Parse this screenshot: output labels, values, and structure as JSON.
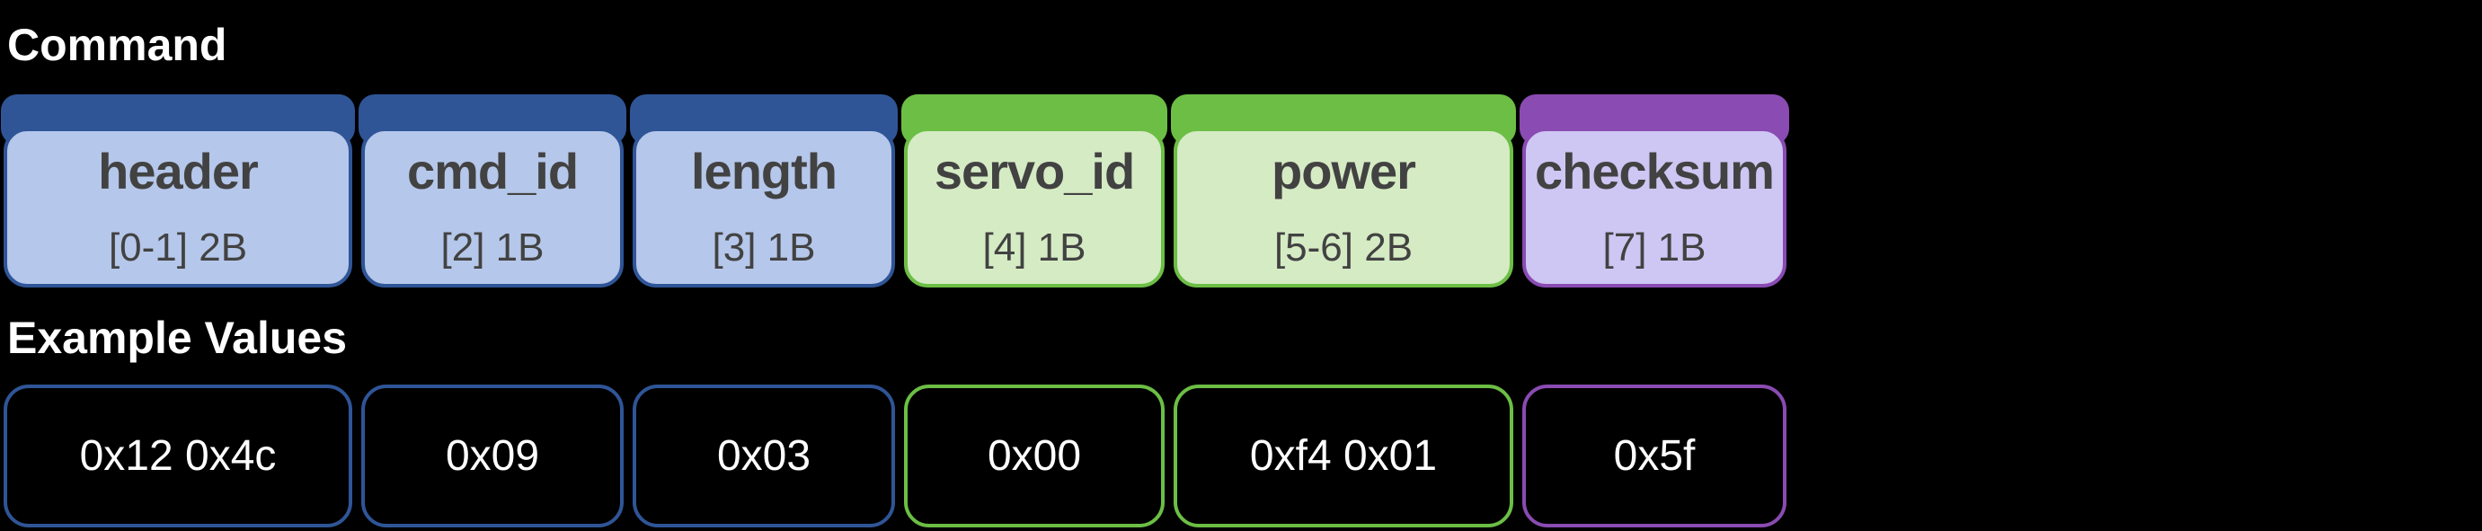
{
  "colors": {
    "blue_dark": "#2F5597",
    "blue_light": "#B5C7EA",
    "green_dark": "#6CBE45",
    "green_light": "#D5EBC4",
    "purple_dark": "#8A4BB2",
    "purple_light": "#CEC6F3",
    "field_text": "#424242",
    "value_text": "#FFFFFF",
    "bg": "#000000"
  },
  "command_section": {
    "title": "Command"
  },
  "example_section": {
    "title": "Example Values"
  },
  "fields": [
    {
      "name": "header",
      "bytes": "[0-1] 2B",
      "example": "0x12 0x4c",
      "color": "blue"
    },
    {
      "name": "cmd_id",
      "bytes": "[2] 1B",
      "example": "0x09",
      "color": "blue"
    },
    {
      "name": "length",
      "bytes": "[3] 1B",
      "example": "0x03",
      "color": "blue"
    },
    {
      "name": "servo_id",
      "bytes": "[4] 1B",
      "example": "0x00",
      "color": "green"
    },
    {
      "name": "power",
      "bytes": "[5-6] 2B",
      "example": "0xf4 0x01",
      "color": "green"
    },
    {
      "name": "checksum",
      "bytes": "[7] 1B",
      "example": "0x5f",
      "color": "purple"
    }
  ]
}
